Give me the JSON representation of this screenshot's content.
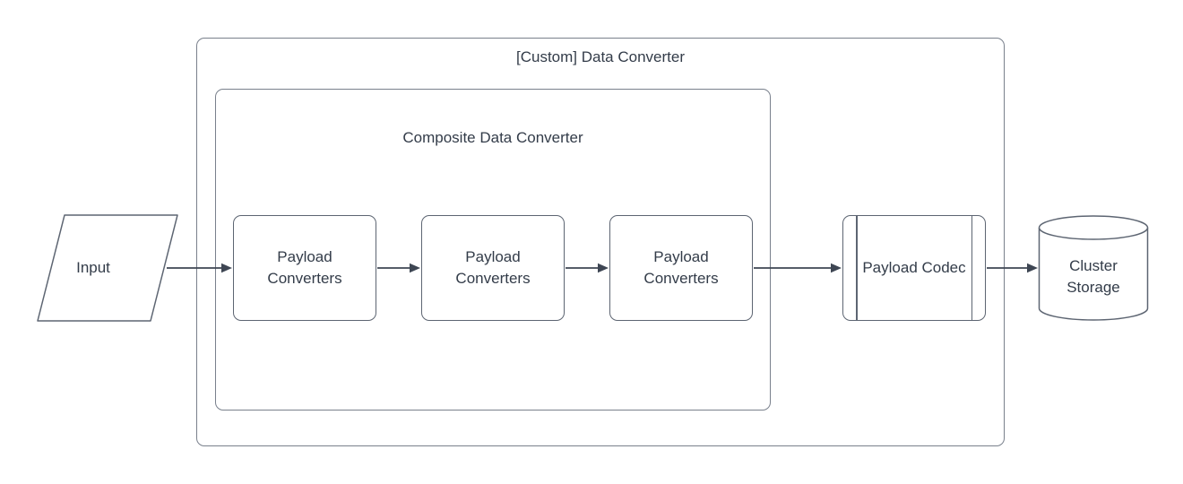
{
  "colors": {
    "background": "#ffffff",
    "container_border": "#79808c",
    "shape_border": "#5d6572",
    "arrow": "#3e4653",
    "text": "#333c49"
  },
  "diagram": {
    "outer_container": {
      "label": "[Custom] Data Converter"
    },
    "inner_container": {
      "label": "Composite Data Converter"
    },
    "nodes": {
      "input": {
        "label": "Input",
        "shape": "parallelogram"
      },
      "payload_converter_1": {
        "label": "Payload Converters",
        "shape": "process"
      },
      "payload_converter_2": {
        "label": "Payload Converters",
        "shape": "process"
      },
      "payload_converter_3": {
        "label": "Payload Converters",
        "shape": "process"
      },
      "payload_codec": {
        "label": "Payload Codec",
        "shape": "predefined-process"
      },
      "cluster_storage": {
        "label": "Cluster Storage",
        "shape": "cylinder"
      }
    },
    "edges": [
      {
        "from": "input",
        "to": "payload_converter_1"
      },
      {
        "from": "payload_converter_1",
        "to": "payload_converter_2"
      },
      {
        "from": "payload_converter_2",
        "to": "payload_converter_3"
      },
      {
        "from": "payload_converter_3",
        "to": "payload_codec"
      },
      {
        "from": "payload_codec",
        "to": "cluster_storage"
      }
    ]
  }
}
